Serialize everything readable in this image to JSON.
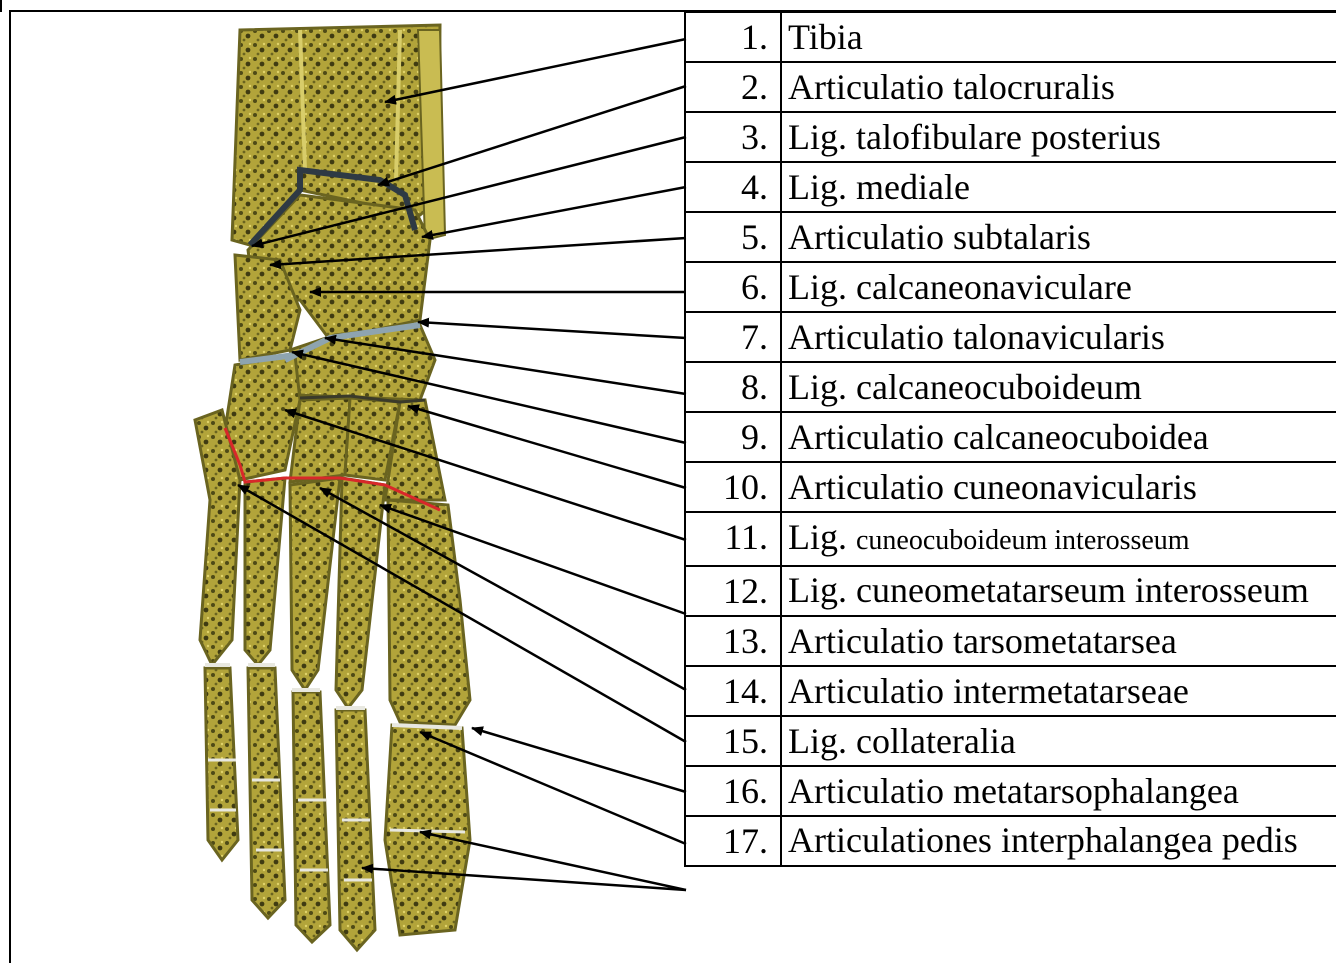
{
  "legend": [
    {
      "num": "1.",
      "term": "Tibia"
    },
    {
      "num": "2.",
      "term": "Articulatio talocruralis"
    },
    {
      "num": "3.",
      "term": "Lig. talofibulare posterius"
    },
    {
      "num": "4.",
      "term": "Lig. mediale"
    },
    {
      "num": "5.",
      "term": "Articulatio subtalaris"
    },
    {
      "num": "6.",
      "term": "Lig. calcaneonaviculare"
    },
    {
      "num": "7.",
      "term": "Articulatio talonavicularis"
    },
    {
      "num": "8.",
      "term": "Lig. calcaneocuboideum"
    },
    {
      "num": "9.",
      "term": "Articulatio calcaneocuboidea"
    },
    {
      "num": "10.",
      "term": "Articulatio cuneonavicularis"
    },
    {
      "num": "11.",
      "term_prefix": "Lig.",
      "term_small": "cuneocuboideum interosseum"
    },
    {
      "num": "12.",
      "term": "Lig. cuneometatarseum interosseum"
    },
    {
      "num": "13.",
      "term": "Articulatio tarsometatarsea"
    },
    {
      "num": "14.",
      "term": "Articulatio intermetatarseae"
    },
    {
      "num": "15.",
      "term": "Lig. collateralia"
    },
    {
      "num": "16.",
      "term": "Articulatio metatarsophalangea"
    },
    {
      "num": "17.",
      "term": "Articulationes interphalangea pedis"
    }
  ],
  "colors": {
    "bone": "#a89a2e",
    "bone_dark": "#5a5418",
    "cartilage": "#9fb0b8",
    "joint_line": "#2e3a44",
    "ligament_red": "#d8282a",
    "arrow": "#000000"
  }
}
